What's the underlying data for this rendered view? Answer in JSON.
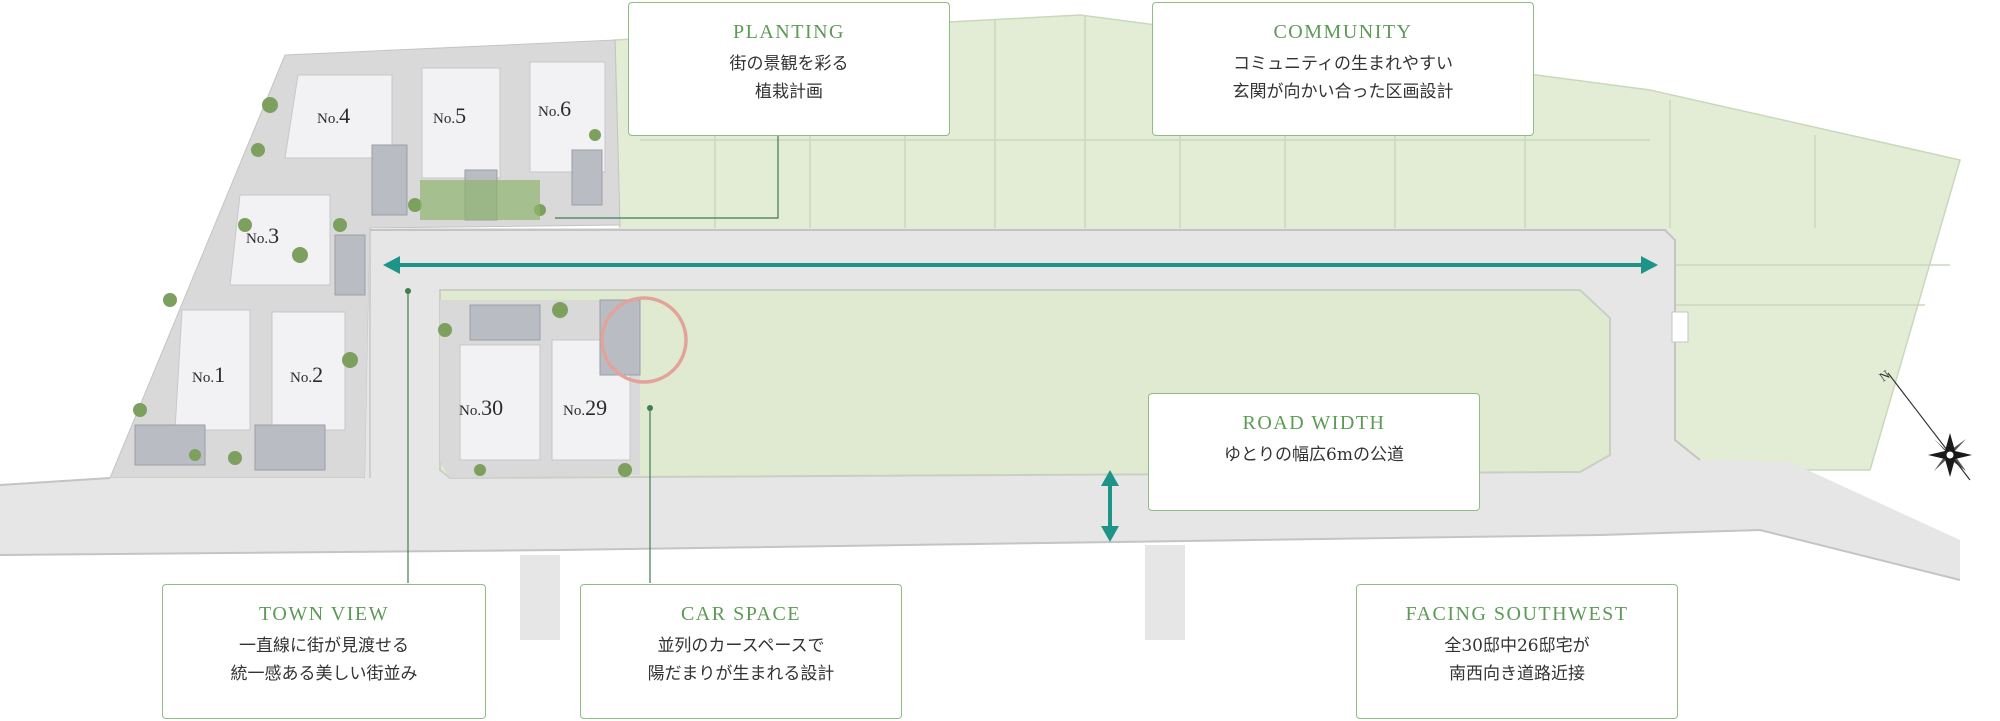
{
  "lots": [
    {
      "id": "no1",
      "pre": "No.",
      "num": "1"
    },
    {
      "id": "no2",
      "pre": "No.",
      "num": "2"
    },
    {
      "id": "no3",
      "pre": "No.",
      "num": "3"
    },
    {
      "id": "no4",
      "pre": "No.",
      "num": "4"
    },
    {
      "id": "no5",
      "pre": "No.",
      "num": "5"
    },
    {
      "id": "no6",
      "pre": "No.",
      "num": "6"
    },
    {
      "id": "no29",
      "pre": "No.",
      "num": "29"
    },
    {
      "id": "no30",
      "pre": "No.",
      "num": "30"
    }
  ],
  "callouts": {
    "planting": {
      "title": "PLANTING",
      "lines": [
        "街の景観を彩る",
        "植栽計画"
      ]
    },
    "community": {
      "title": "COMMUNITY",
      "lines": [
        "コミュニティの生まれやすい",
        "玄関が向かい合った区画設計"
      ]
    },
    "road_width": {
      "title": "ROAD WIDTH",
      "lines": [
        "ゆとりの幅広6mの公道"
      ]
    },
    "town_view": {
      "title": "TOWN VIEW",
      "lines": [
        "一直線に街が見渡せる",
        "統一感ある美しい街並み"
      ]
    },
    "car_space": {
      "title": "CAR SPACE",
      "lines": [
        "並列のカースペースで",
        "陽だまりが生まれる設計"
      ]
    },
    "facing_southwest": {
      "title": "FACING SOUTHWEST",
      "lines": [
        "全30邸中26邸宅が",
        "南西向き道路近接"
      ]
    }
  },
  "compass": {
    "label": "N"
  },
  "colors": {
    "accent": "#1e9488",
    "callout_border": "#8fbd84",
    "callout_title": "#5c9a56",
    "lawn": "#e3edd6",
    "road": "#e6e6e6",
    "highlight_ring": "#e2a49a"
  }
}
